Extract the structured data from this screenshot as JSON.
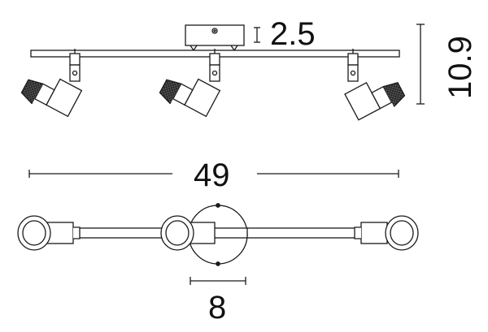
{
  "dimensions": {
    "canopy_height": "2.5",
    "total_height": "10.9",
    "total_length": "49",
    "canopy_diameter": "8"
  },
  "colors": {
    "stroke": "#1a1a1a",
    "bulb_fill": "#2b2b2b",
    "background": "#ffffff"
  }
}
